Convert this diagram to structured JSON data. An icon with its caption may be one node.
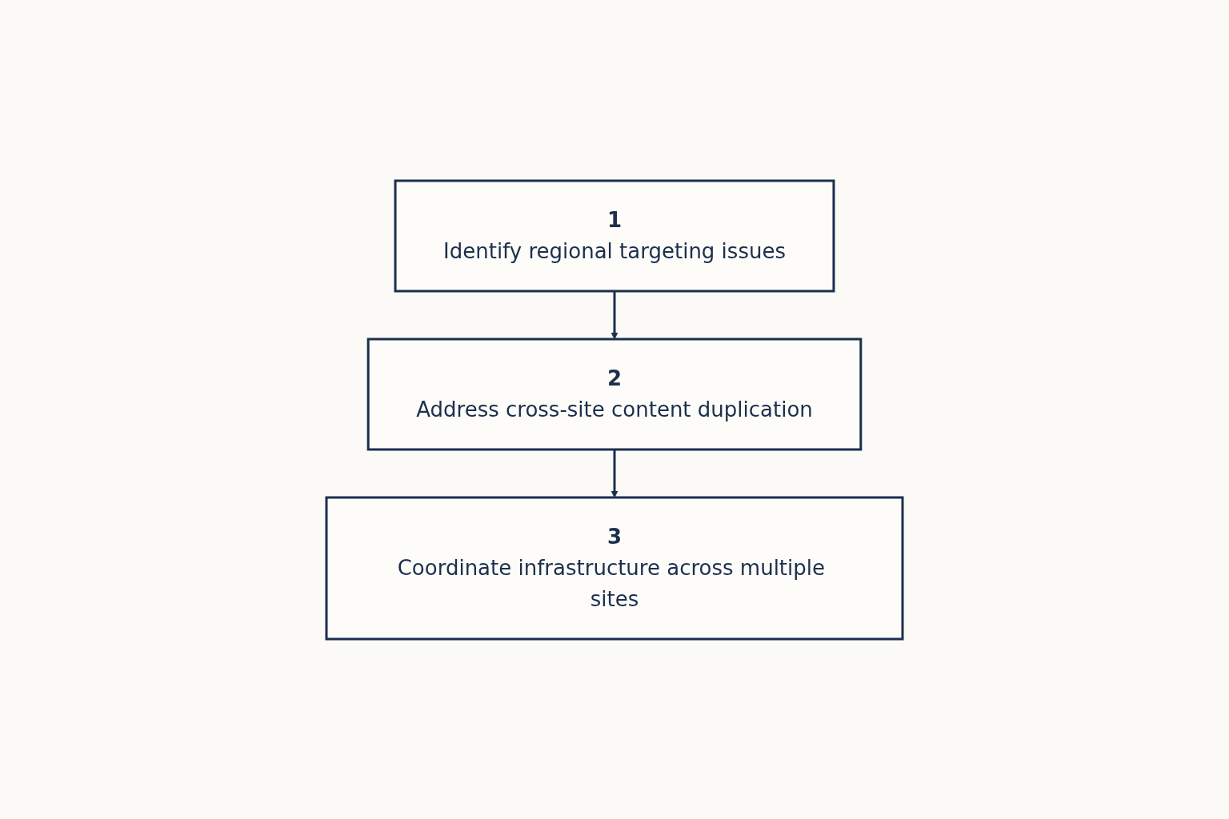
{
  "diagram": {
    "nodes": [
      {
        "text": [
          "1",
          "Identify regional targeting issues"
        ]
      },
      {
        "text": [
          "2",
          "Address cross-site content duplication"
        ]
      },
      {
        "text": [
          "3",
          "Coordinate infrastructure across multiple sites"
        ]
      }
    ],
    "edges": [
      {
        "from": 0,
        "to": 1,
        "arrow": "to"
      },
      {
        "from": 1,
        "to": 2,
        "arrow": "to"
      }
    ]
  }
}
